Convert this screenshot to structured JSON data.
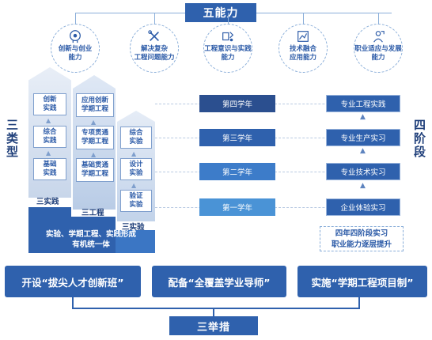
{
  "title": "五能力",
  "abilities": [
    {
      "label": "创新与创业\n能力",
      "icon": "innovation-head-icon"
    },
    {
      "label": "解决复杂\n工程问题能力",
      "icon": "tools-icon"
    },
    {
      "label": "工程意识与实践\n能力",
      "icon": "engineering-icon"
    },
    {
      "label": "技术融合\n应用能力",
      "icon": "chart-icon"
    },
    {
      "label": "职业适应与发展\n能力",
      "icon": "career-person-icon"
    }
  ],
  "left_label": "三类型",
  "right_label": "四阶段",
  "columns": [
    {
      "label": "三实践",
      "items": [
        "创新\n实践",
        "综合\n实践",
        "基础\n实践"
      ]
    },
    {
      "label": "三工程",
      "items": [
        "应用创新\n学期工程",
        "专项贯通\n学期工程",
        "基础贯通\n学期工程"
      ]
    },
    {
      "label": "三实验",
      "items": [
        "综合\n实验",
        "设计\n实验",
        "验证\n实验"
      ]
    }
  ],
  "base_text": "实验、学期工程、实践形成\n有机统一体",
  "years": [
    "第四学年",
    "第三学年",
    "第二学年",
    "第一学年"
  ],
  "stages": [
    "专业工程实践",
    "专业生产实习",
    "专业技术实习",
    "企业体验实习"
  ],
  "note": "四年四阶段实习\n职业能力逐层提升",
  "measures": [
    "开设“拔尖人才创新班”",
    "配备“全覆盖学业导师”",
    "实施“学期工程项目制”"
  ],
  "bottom_title": "三举措",
  "colors": {
    "primary": "#2f61ad",
    "light": "#3b76c4",
    "year4": "#2b4f8f",
    "year3": "#2f61ad",
    "year2": "#3d7cc9",
    "year1": "#4a93d6"
  }
}
